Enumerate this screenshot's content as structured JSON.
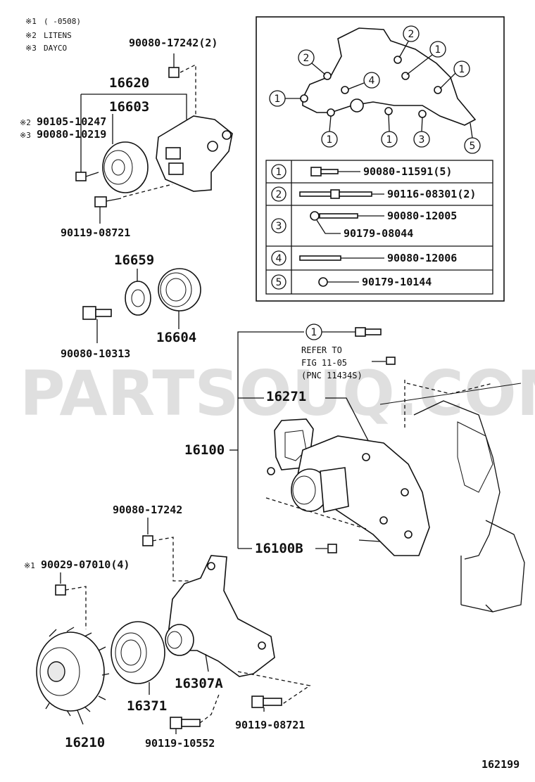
{
  "notes": [
    {
      "mark": "※1",
      "text": "(     -0508)"
    },
    {
      "mark": "※2",
      "text": "LITENS"
    },
    {
      "mark": "※3",
      "text": "DAYCO"
    }
  ],
  "parts": {
    "p90080_17242_2": "90080-17242(2)",
    "p16620": "16620",
    "p16603": "16603",
    "p90105_10247": "90105-10247",
    "p90080_10219": "90080-10219",
    "mark2": "※2",
    "mark3": "※3",
    "p90119_08721_top": "90119-08721",
    "p16659": "16659",
    "p16604": "16604",
    "p90080_10313": "90080-10313",
    "p16271": "16271",
    "p16100": "16100",
    "p16100B": "16100B",
    "p90080_17242": "90080-17242",
    "mark1": "※1",
    "p90029_07010": "90029-07010(4)",
    "p16307A": "16307A",
    "p16371": "16371",
    "p16210": "16210",
    "p90119_10552": "90119-10552",
    "p90119_08721_bot": "90119-08721"
  },
  "refer": {
    "line1": "REFER TO",
    "line2": "FIG 11-05",
    "line3": "(PNC 11434S)"
  },
  "callout_numbers": [
    "1",
    "2",
    "3",
    "4",
    "5"
  ],
  "legend": [
    {
      "num": "1",
      "part": "90080-11591(5)"
    },
    {
      "num": "2",
      "part": "90116-08301(2)"
    },
    {
      "num": "3",
      "part": "90080-12005",
      "part2": "90179-08044"
    },
    {
      "num": "4",
      "part": "90080-12006"
    },
    {
      "num": "5",
      "part": "90179-10144"
    }
  ],
  "watermark": "PARTSOUQ.COM",
  "figure_number": "162199"
}
